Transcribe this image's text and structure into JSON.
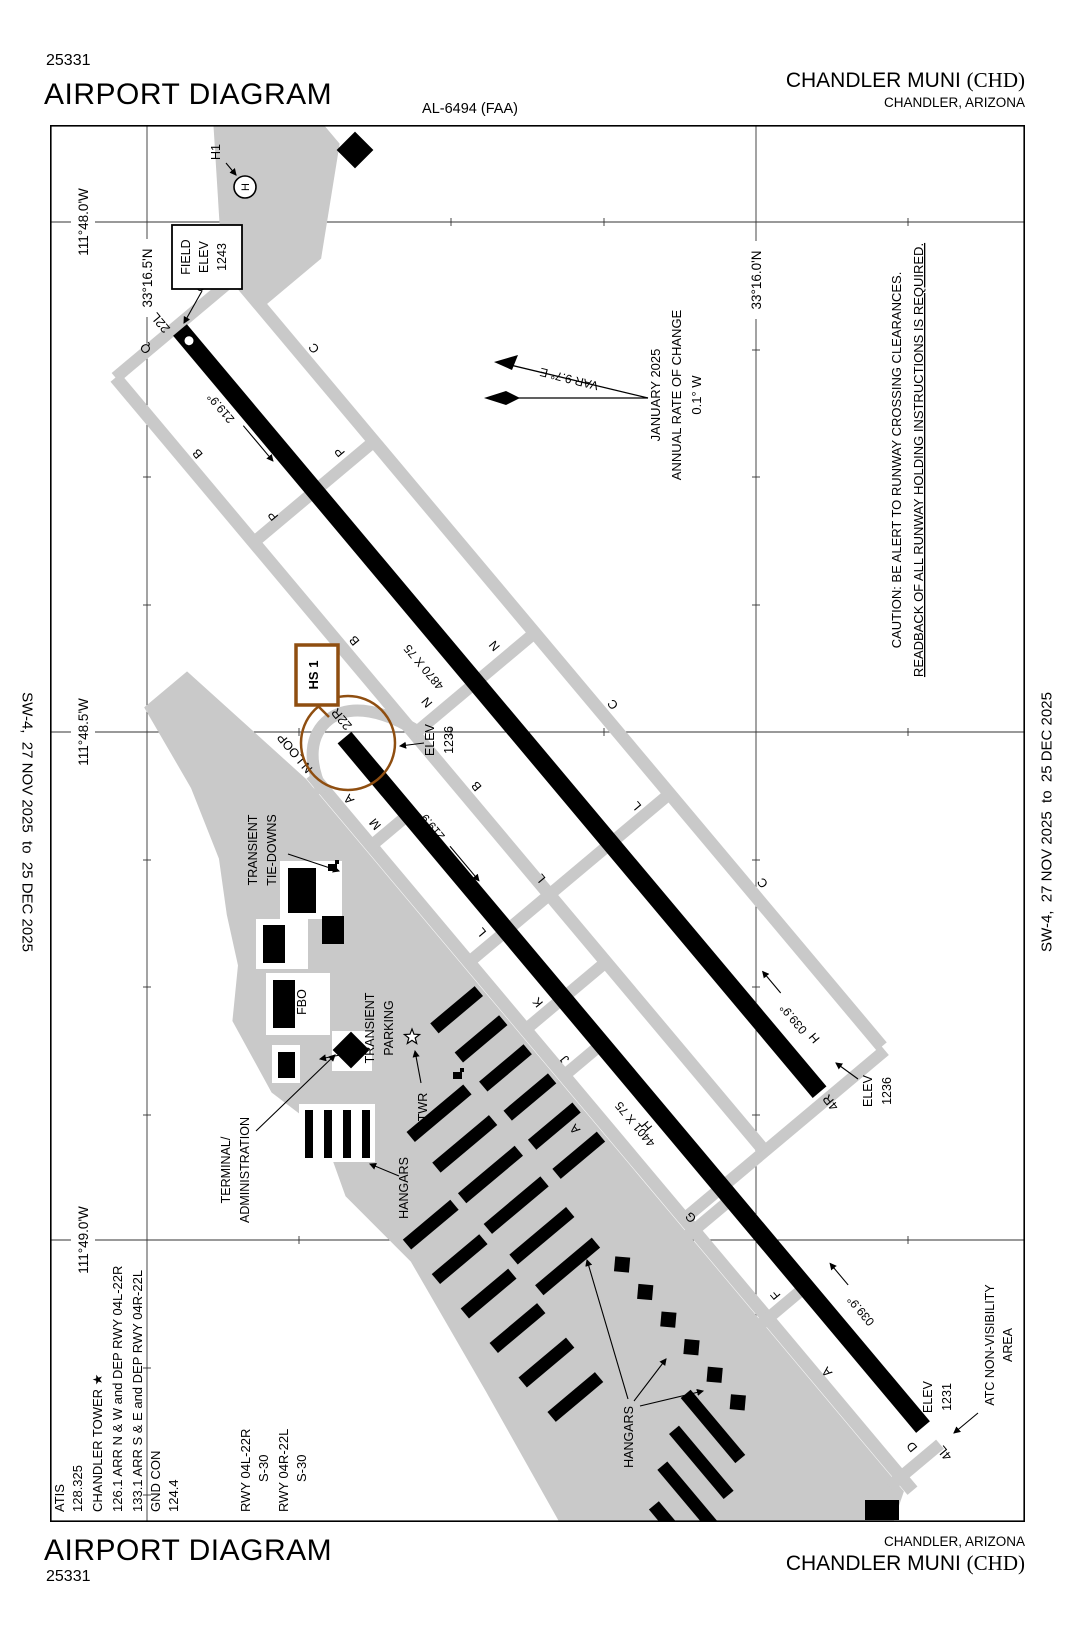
{
  "header": {
    "plate": "25331",
    "title": "AIRPORT DIAGRAM",
    "al": "AL-6494 (FAA)",
    "airport": "CHANDLER MUNI",
    "icao": "(CHD)",
    "city": "CHANDLER, ARIZONA"
  },
  "footer": {
    "title": "AIRPORT DIAGRAM",
    "plate": "25331",
    "airport": "CHANDLER MUNI",
    "icao": "(CHD)",
    "city": "CHANDLER, ARIZONA"
  },
  "margins": {
    "left": "SW-4,  27 NOV 2025  to  25 DEC 2025",
    "right": "SW-4,  27 NOV 2025  to  25 DEC 2025"
  },
  "graticule": {
    "lon": [
      "111°48.0'W",
      "111°48.5'W",
      "111°49.0'W"
    ],
    "lat": [
      "33°16.5'N",
      "33°16.0'N"
    ]
  },
  "compass": {
    "var": "VAR 9.7° E",
    "month": "JANUARY 2025",
    "rate": "ANNUAL RATE OF CHANGE",
    "amount": "0.1° W"
  },
  "caution": {
    "line1": "CAUTION: BE ALERT TO RUNWAY CROSSING CLEARANCES.",
    "line2": "READBACK OF ALL RUNWAY HOLDING INSTRUCTIONS IS REQUIRED."
  },
  "field_elev": {
    "l1": "FIELD",
    "l2": "ELEV",
    "l3": "1243"
  },
  "helipad": {
    "label": "H1",
    "symbol": "H"
  },
  "hotspot": {
    "label": "HS 1"
  },
  "runways": {
    "ends": {
      "e22l": "22L",
      "e22r": "22R",
      "e4r": "4R",
      "e4l": "4L"
    },
    "dims": {
      "r1": "4870 X 75",
      "r2": "4401 X 75"
    },
    "headings": {
      "h22": "219.9°",
      "h04": "039.9°"
    },
    "elev_22r": {
      "l1": "ELEV",
      "l2": "1236"
    },
    "elev_4r": {
      "l1": "ELEV",
      "l2": "1236"
    },
    "elev_4l": {
      "l1": "ELEV",
      "l2": "1231"
    }
  },
  "areas": {
    "tiedowns1": "TRANSIENT",
    "tiedowns2": "TIE-DOWNS",
    "parking1": "TRANSIENT",
    "parking2": "PARKING",
    "terminal1": "TERMINAL/",
    "terminal2": "ADMINISTRATION",
    "fbo": "FBO",
    "hangars": "HANGARS",
    "twr": "TWR",
    "atc1": "ATC NON-VISIBILITY",
    "atc2": "AREA",
    "nloop": "N LOOP"
  },
  "taxiways": {
    "A": "A",
    "B": "B",
    "C": "C",
    "D": "D",
    "F": "F",
    "G": "G",
    "H": "H",
    "J": "J",
    "K": "K",
    "L": "L",
    "M": "M",
    "N": "N",
    "P": "P",
    "Q": "Q"
  },
  "comms": {
    "l1": "ATIS",
    "l2": "128.325",
    "l3": "CHANDLER TOWER ★",
    "l4": "126.1 ARR N & W and DEP RWY 04L-22R",
    "l5": "133.1 ARR S & E and DEP RWY 04R-22L",
    "l6": "GND CON",
    "l7": "124.4"
  },
  "runway_data": {
    "l1": "RWY 04L-22R",
    "l2": "S-30",
    "l3": "RWY 04R-22L",
    "l4": "S-30"
  },
  "colors": {
    "hotspot": "#8f4e10",
    "taxiway": "#c9c9c9"
  }
}
